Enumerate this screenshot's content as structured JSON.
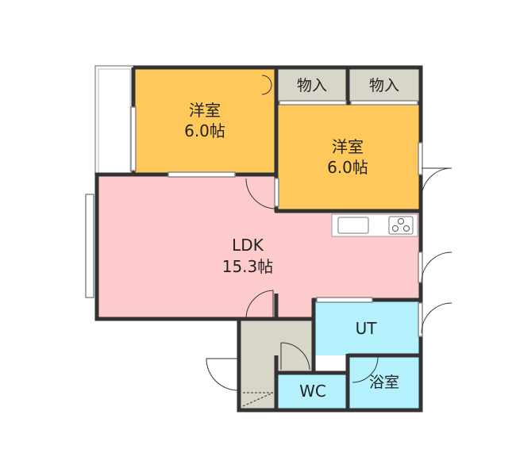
{
  "rooms": {
    "bedroom1": {
      "name": "洋室",
      "size": "6.0帖"
    },
    "bedroom2": {
      "name": "洋室",
      "size": "6.0帖"
    },
    "closet1": {
      "name": "物入"
    },
    "closet2": {
      "name": "物入"
    },
    "ldk": {
      "name": "LDK",
      "size": "15.3帖"
    },
    "utility": {
      "name": "UT"
    },
    "toilet": {
      "name": "WC"
    },
    "bath": {
      "name": "浴室"
    }
  },
  "colors": {
    "bedroom": "#fec85a",
    "ldk": "#fecbcd",
    "wet": "#b4f1fc",
    "storage": "#d8d5c9",
    "wall": "#333333"
  }
}
